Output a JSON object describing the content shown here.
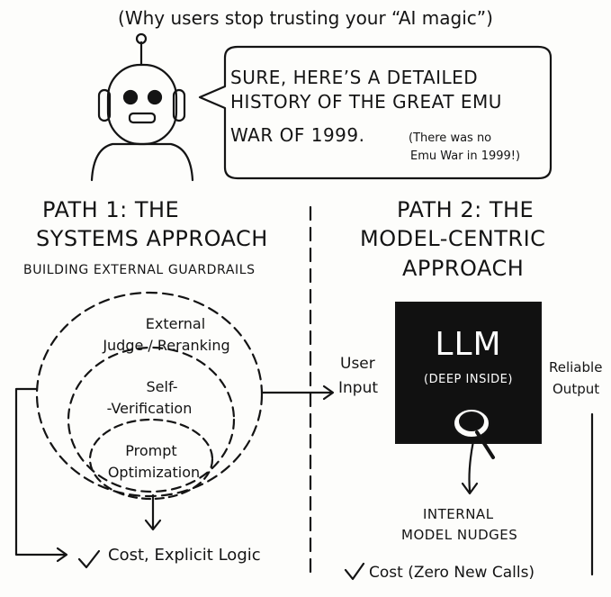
{
  "subtitle": "(Why users stop trusting your “AI magic”)",
  "bubble": {
    "line1": "SURE, HERE’S A DETAILED",
    "line2": "HISTORY OF THE GREAT EMU",
    "line3": "WAR OF 1999.",
    "note_line1": "(There was no",
    "note_line2": "Emu War in 1999!)"
  },
  "path1": {
    "title_line1": "PATH 1: THE",
    "title_line2": "SYSTEMS APPROACH",
    "subtitle": "BUILDING EXTERNAL GUARDRAILS",
    "outer_ring_line1": "External",
    "outer_ring_line2": "Judge / Reranking",
    "middle_ring_line1": "Self-",
    "middle_ring_line2": "-Verification",
    "inner_ring_line1": "Prompt",
    "inner_ring_line2": "Optimization",
    "cost_label": "Cost, Explicit Logic"
  },
  "path2": {
    "title_line1": "PATH 2: THE",
    "title_line2": "MODEL-CENTRIC",
    "title_line3": "APPROACH",
    "input_line1": "User",
    "input_line2": "Input",
    "llm_label": "LLM",
    "llm_sublabel": "(DEEP INSIDE)",
    "output_line1": "Reliable",
    "output_line2": "Output",
    "nudge_line1": "INTERNAL",
    "nudge_line2": "MODEL NUDGES",
    "cost_label": "Cost (Zero New Calls)"
  },
  "icons": [
    "robot-icon",
    "speech-bubble",
    "checkmark-icon",
    "arrow-icon",
    "knob-icon"
  ],
  "colors": {
    "ink": "#141414",
    "paper": "#fdfdfb",
    "box": "#111111"
  }
}
